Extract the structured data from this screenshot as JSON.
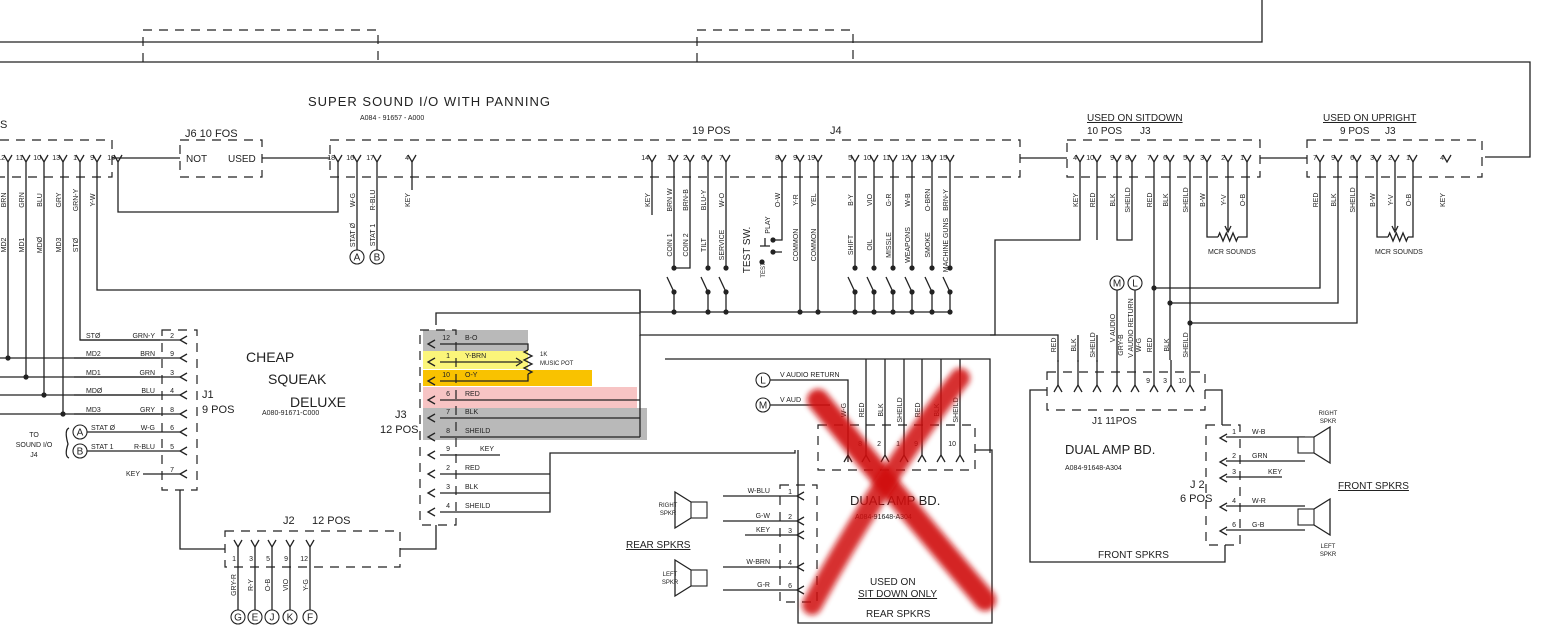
{
  "colors": {
    "highlight_gray": "#b9b9b9",
    "highlight_yellow": "#fbf57a",
    "highlight_orange": "#f9c200",
    "highlight_pink": "#f7c4c4",
    "cross_red": "#d01010"
  },
  "top": {
    "partial_label": "S",
    "title": "SUPER SOUND I/O WITH PANNING",
    "part_number": "A084 - 91657 - A000",
    "j6_label": "J6 10 FOS",
    "j6_not": "NOT",
    "j6_used": "USED",
    "left_pins": [
      {
        "pin": "12",
        "wire": "BRN",
        "signal": "MD2"
      },
      {
        "pin": "11",
        "wire": "GRN",
        "signal": "MD1"
      },
      {
        "pin": "10",
        "wire": "BLU",
        "signal": "MDØ"
      },
      {
        "pin": "13",
        "wire": "GRY",
        "signal": "MD3"
      },
      {
        "pin": "1",
        "wire": "GRN-Y",
        "signal": "STØ"
      },
      {
        "pin": "9",
        "wire": "Y-W"
      },
      {
        "pin": "18"
      }
    ],
    "sound_io_pins": [
      {
        "pin": "18"
      },
      {
        "pin": "16",
        "wire": "W-G",
        "signal": "STAT Ø",
        "circle": "A"
      },
      {
        "pin": "17",
        "wire": "R-BLU",
        "signal": "STAT 1",
        "circle": "B"
      },
      {
        "pin": "4",
        "wire": "KEY"
      }
    ]
  },
  "j4": {
    "pos": "19 POS",
    "name": "J4",
    "test_sw": "TEST SW.",
    "play": "PLAY",
    "test": "TEST",
    "pins": [
      {
        "pin": "14",
        "wire": "KEY"
      },
      {
        "pin": "1",
        "wire": "BRN W",
        "function": "COIN 1"
      },
      {
        "pin": "2",
        "wire": "BRN-B",
        "function": "COIN 2"
      },
      {
        "pin": "6",
        "wire": "BLU-Y",
        "function": "TILT"
      },
      {
        "pin": "7",
        "wire": "W-O",
        "function": "SERVICE"
      },
      {
        "pin": "8",
        "wire": "O-W"
      },
      {
        "pin": "9",
        "wire": "Y-R",
        "function": "COMMON"
      },
      {
        "pin": "19",
        "wire": "YEL",
        "function": "COMMON"
      },
      {
        "pin": "5",
        "wire": "B-Y",
        "function": "SHIFT"
      },
      {
        "pin": "10",
        "wire": "VIO",
        "function": "OIL"
      },
      {
        "pin": "11",
        "wire": "G-R",
        "function": "MISSLE"
      },
      {
        "pin": "12",
        "wire": "W-B",
        "function": "WEAPONS"
      },
      {
        "pin": "13",
        "wire": "O-BRN",
        "function": "SMOKE"
      },
      {
        "pin": "15",
        "wire": "BRN-Y",
        "function": "MACHINE GUNS"
      }
    ]
  },
  "sitdown": {
    "heading": "USED ON SITDOWN",
    "pos": "10 POS",
    "name": "J3",
    "pot_label": "MCR SOUNDS",
    "pins": [
      {
        "pin": "4",
        "wire": "KEY"
      },
      {
        "pin": "10",
        "wire": "RED"
      },
      {
        "pin": "9",
        "wire": "BLK"
      },
      {
        "pin": "8",
        "wire": "SHEILD"
      },
      {
        "pin": "7",
        "wire": "RED"
      },
      {
        "pin": "6",
        "wire": "BLK"
      },
      {
        "pin": "5",
        "wire": "SHEILD"
      },
      {
        "pin": "3",
        "wire": "B-W"
      },
      {
        "pin": "2",
        "wire": "Y-V"
      },
      {
        "pin": "1",
        "wire": "O-B"
      }
    ]
  },
  "upright": {
    "heading": "USED ON UPRIGHT",
    "pos": "9 POS",
    "name": "J3",
    "pot_label": "MCR SOUNDS",
    "pins": [
      {
        "pin": "7",
        "wire": "RED"
      },
      {
        "pin": "9",
        "wire": "BLK"
      },
      {
        "pin": "6",
        "wire": "SHEILD"
      },
      {
        "pin": "3",
        "wire": "B-W"
      },
      {
        "pin": "2",
        "wire": "Y-V"
      },
      {
        "pin": "1",
        "wire": "O-B"
      },
      {
        "pin": "4",
        "wire": "KEY"
      }
    ]
  },
  "csd": {
    "title": [
      "CHEAP",
      "SQUEAK",
      "DELUXE"
    ],
    "part_number": "A080-91671-C000",
    "j1_name": "J1",
    "j1_pos": "9 POS",
    "to_sound_io": [
      "TO",
      "SOUND I/O",
      "J4"
    ],
    "j1_rows": [
      {
        "signal": "STØ",
        "wire": "GRN-Y",
        "pin": "2"
      },
      {
        "signal": "MD2",
        "wire": "BRN",
        "pin": "9"
      },
      {
        "signal": "MD1",
        "wire": "GRN",
        "pin": "3"
      },
      {
        "signal": "MDØ",
        "wire": "BLU",
        "pin": "4"
      },
      {
        "signal": "MD3",
        "wire": "GRY",
        "pin": "8"
      },
      {
        "signal": "STAT Ø",
        "wire": "W-G",
        "pin": "6",
        "circle": "A"
      },
      {
        "signal": "STAT 1",
        "wire": "R-BLU",
        "pin": "5",
        "circle": "B"
      },
      {
        "signal": "KEY",
        "pin": "7"
      }
    ],
    "j3_name": "J3",
    "j3_pos": "12 POS",
    "j3_rows": [
      {
        "pin": "12",
        "wire": "B-O"
      },
      {
        "pin": "1",
        "wire": "Y-BRN"
      },
      {
        "pin": "10",
        "wire": "O-Y"
      },
      {
        "pin": "6",
        "wire": "RED"
      },
      {
        "pin": "7",
        "wire": "BLK"
      },
      {
        "pin": "8",
        "wire": "SHEILD"
      },
      {
        "pin": "9",
        "wire": "KEY"
      },
      {
        "pin": "2",
        "wire": "RED"
      },
      {
        "pin": "3",
        "wire": "BLK"
      },
      {
        "pin": "4",
        "wire": "SHEILD"
      }
    ],
    "pot": [
      "1K",
      "MUSIC POT"
    ],
    "j2_name": "J2",
    "j2_pos": "12 POS",
    "j2_pins": [
      {
        "pin": "1",
        "wire": "GRY-R",
        "circle": "G"
      },
      {
        "pin": "3",
        "wire": "R-Y",
        "circle": "E"
      },
      {
        "pin": "5",
        "wire": "O-B",
        "circle": "J"
      },
      {
        "pin": "9",
        "wire": "VIO",
        "circle": "K"
      },
      {
        "pin": "12",
        "wire": "Y-G",
        "circle": "F"
      }
    ]
  },
  "rear_amp": {
    "audio_return": "V AUDIO RETURN",
    "audio": "V AUD",
    "circle_l": "L",
    "circle_m": "M",
    "j1_pins": [
      {
        "wire": "W-G"
      },
      {
        "pin": "8",
        "wire": "RED"
      },
      {
        "pin": "2",
        "wire": "BLK"
      },
      {
        "pin": "1",
        "wire": "SHEILD"
      },
      {
        "pin": "9",
        "wire": "RED"
      },
      {
        "wire": "BLK"
      },
      {
        "pin": "10",
        "wire": "SHEILD"
      }
    ],
    "title": "DUAL AMP BD.",
    "part_number": "A084-91648-A304",
    "j2_rows": [
      {
        "pin": "1",
        "wire": "W-BLU"
      },
      {
        "pin": "2",
        "wire": "G-W"
      },
      {
        "pin": "3",
        "wire": "KEY"
      },
      {
        "pin": "4",
        "wire": "W-BRN"
      },
      {
        "pin": "6",
        "wire": "G-R"
      }
    ],
    "right_spkr": [
      "RIGHT",
      "SPKR"
    ],
    "left_spkr": [
      "LEFT",
      "SPKR"
    ],
    "speakers_heading": "REAR SPKRS",
    "note": [
      "USED ON",
      "SIT DOWN ONLY"
    ],
    "footer": "REAR SPKRS"
  },
  "front_amp": {
    "circle_m": "M",
    "circle_l": "L",
    "j1_label": "J1  11POS",
    "j1_pins": [
      {
        "wire": "RED"
      },
      {
        "wire": "BLK"
      },
      {
        "wire": "SHEILD"
      },
      {
        "wire": "V AUDIO",
        "wire2": "GRY-B"
      },
      {
        "wire": "V AUDIO RETURN",
        "wire2": "W-G"
      },
      {
        "pin": "9",
        "wire": "RED"
      },
      {
        "pin": "3",
        "wire": "BLK"
      },
      {
        "pin": "10",
        "wire": "SHEILD"
      }
    ],
    "title": "DUAL AMP BD.",
    "part_number": "A084-91648-A304",
    "j2_name": "J 2",
    "j2_pos": "6 POS",
    "j2_rows": [
      {
        "pin": "1",
        "wire": "W-B"
      },
      {
        "pin": "2",
        "wire": "GRN"
      },
      {
        "pin": "3",
        "wire": "KEY"
      },
      {
        "pin": "4",
        "wire": "W-R"
      },
      {
        "pin": "6",
        "wire": "G-B"
      }
    ],
    "right_spkr": [
      "RIGHT",
      "SPKR"
    ],
    "left_spkr": [
      "LEFT",
      "SPKR"
    ],
    "speakers_heading": "FRONT SPKRS",
    "footer": "FRONT SPKRS"
  }
}
